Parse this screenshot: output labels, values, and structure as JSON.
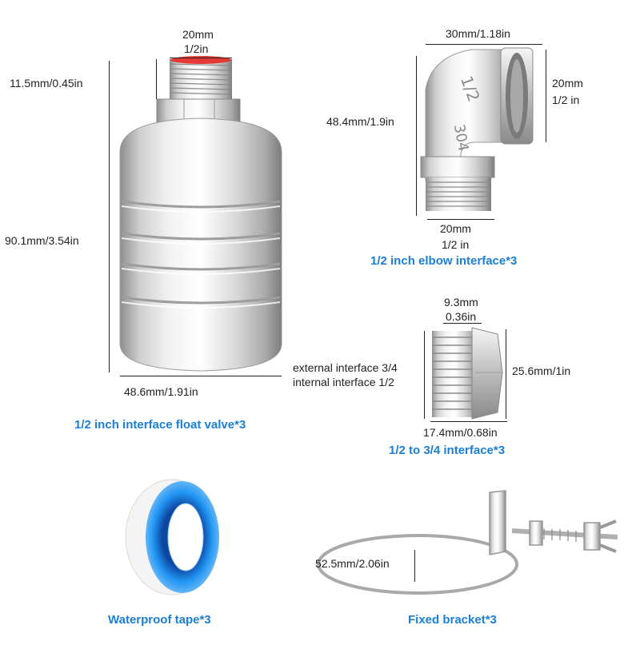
{
  "float_valve": {
    "top_width": "20mm",
    "top_thread": "1/2in",
    "thread_height": "11.5mm/0.45in",
    "body_height": "90.1mm/3.54in",
    "body_width": "48.6mm/1.91in",
    "caption": "1/2 inch interface float valve*3"
  },
  "elbow": {
    "top_width": "30mm/1.18in",
    "right_size": "20mm",
    "right_thread": "1/2 in",
    "height": "48.4mm/1.9in",
    "bottom_size": "20mm",
    "bottom_thread": "1/2 in",
    "casting_marks": [
      "1/2",
      "304"
    ],
    "caption": "1/2 inch elbow interface*3"
  },
  "reducer": {
    "top_size": "9.3mm",
    "top_size_in": "0.36in",
    "external": "external interface 3/4",
    "internal": "internal interface 1/2",
    "height": "25.6mm/1in",
    "bottom_size": "17.4mm/0.68in",
    "caption": "1/2 to 3/4 interface*3"
  },
  "tape": {
    "caption": "Waterproof tape*3"
  },
  "bracket": {
    "width": "52.5mm/2.06in",
    "caption": "Fixed bracket*3"
  },
  "colors": {
    "caption_blue": "#1a7fd6",
    "thread_red": "#e53935",
    "tape_blue": "#2196f3"
  }
}
